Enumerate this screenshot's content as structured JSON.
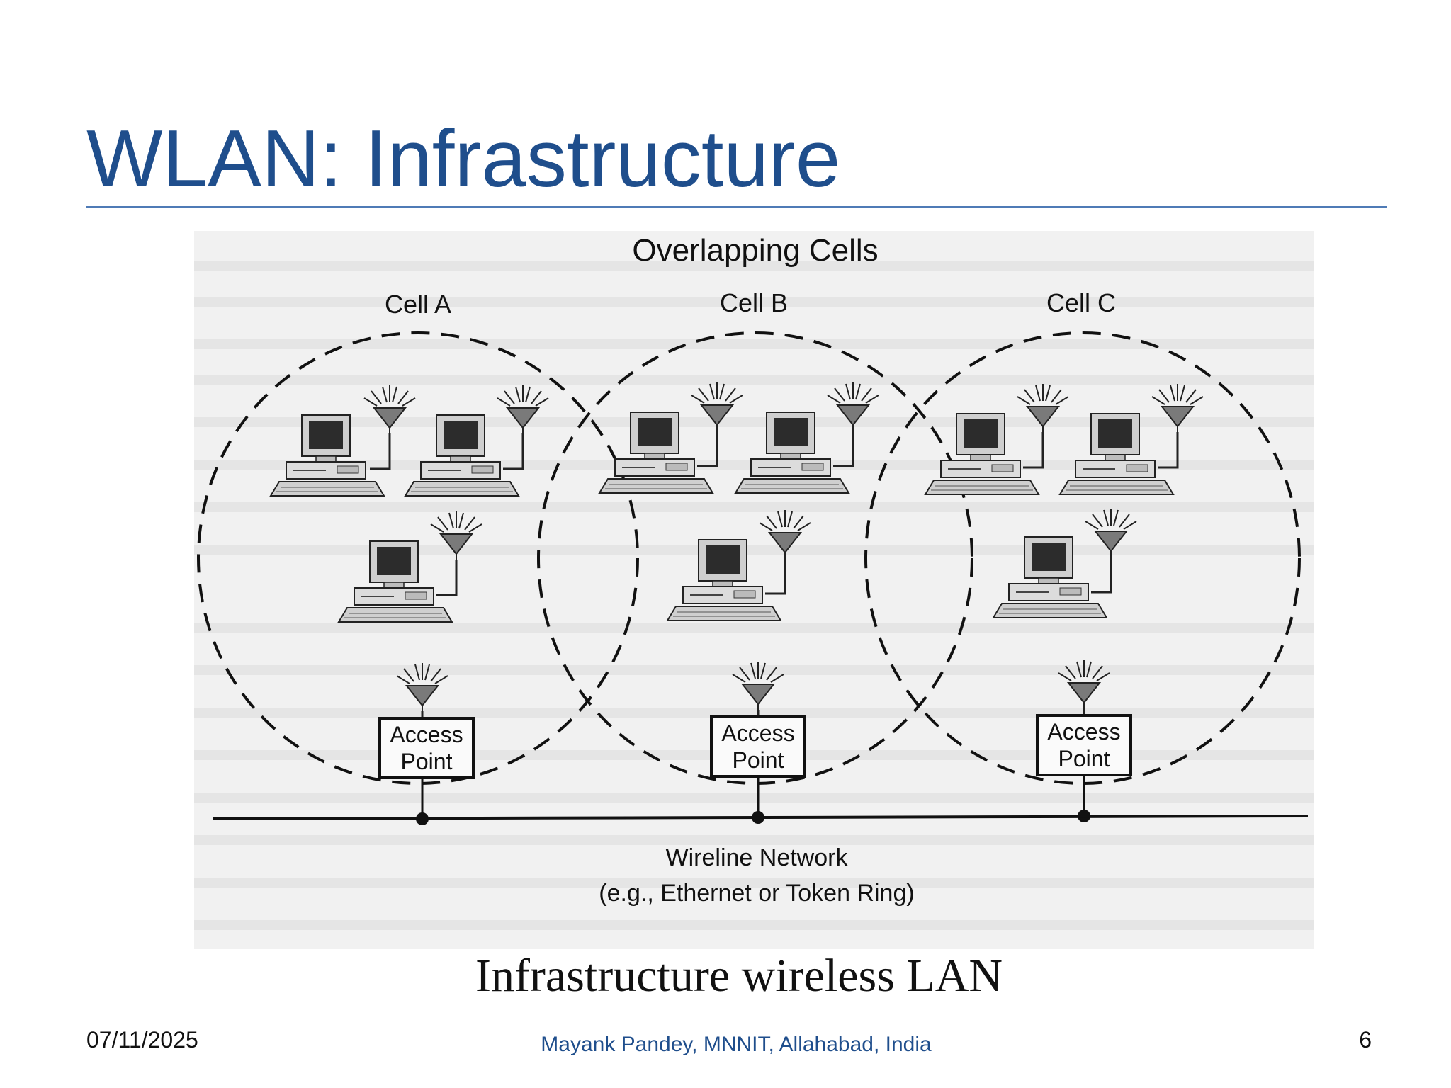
{
  "slide": {
    "title": "WLAN: Infrastructure",
    "caption": "Infrastructure wireless LAN"
  },
  "diagram": {
    "heading": "Overlapping Cells",
    "cells": [
      {
        "label": "Cell A",
        "access_point": [
          "Access",
          "Point"
        ]
      },
      {
        "label": "Cell B",
        "access_point": [
          "Access",
          "Point"
        ]
      },
      {
        "label": "Cell C",
        "access_point": [
          "Access",
          "Point"
        ]
      }
    ],
    "network_label_line1": "Wireline Network",
    "network_label_line2": "(e.g., Ethernet or Token Ring)"
  },
  "footer": {
    "date": "07/11/2025",
    "author": "Mayank Pandey, MNNIT, Allahabad, India",
    "page": "6"
  },
  "colors": {
    "title": "#1f4e8c",
    "rule": "#4f7bb6",
    "figure_background": "#f1f1f1"
  }
}
